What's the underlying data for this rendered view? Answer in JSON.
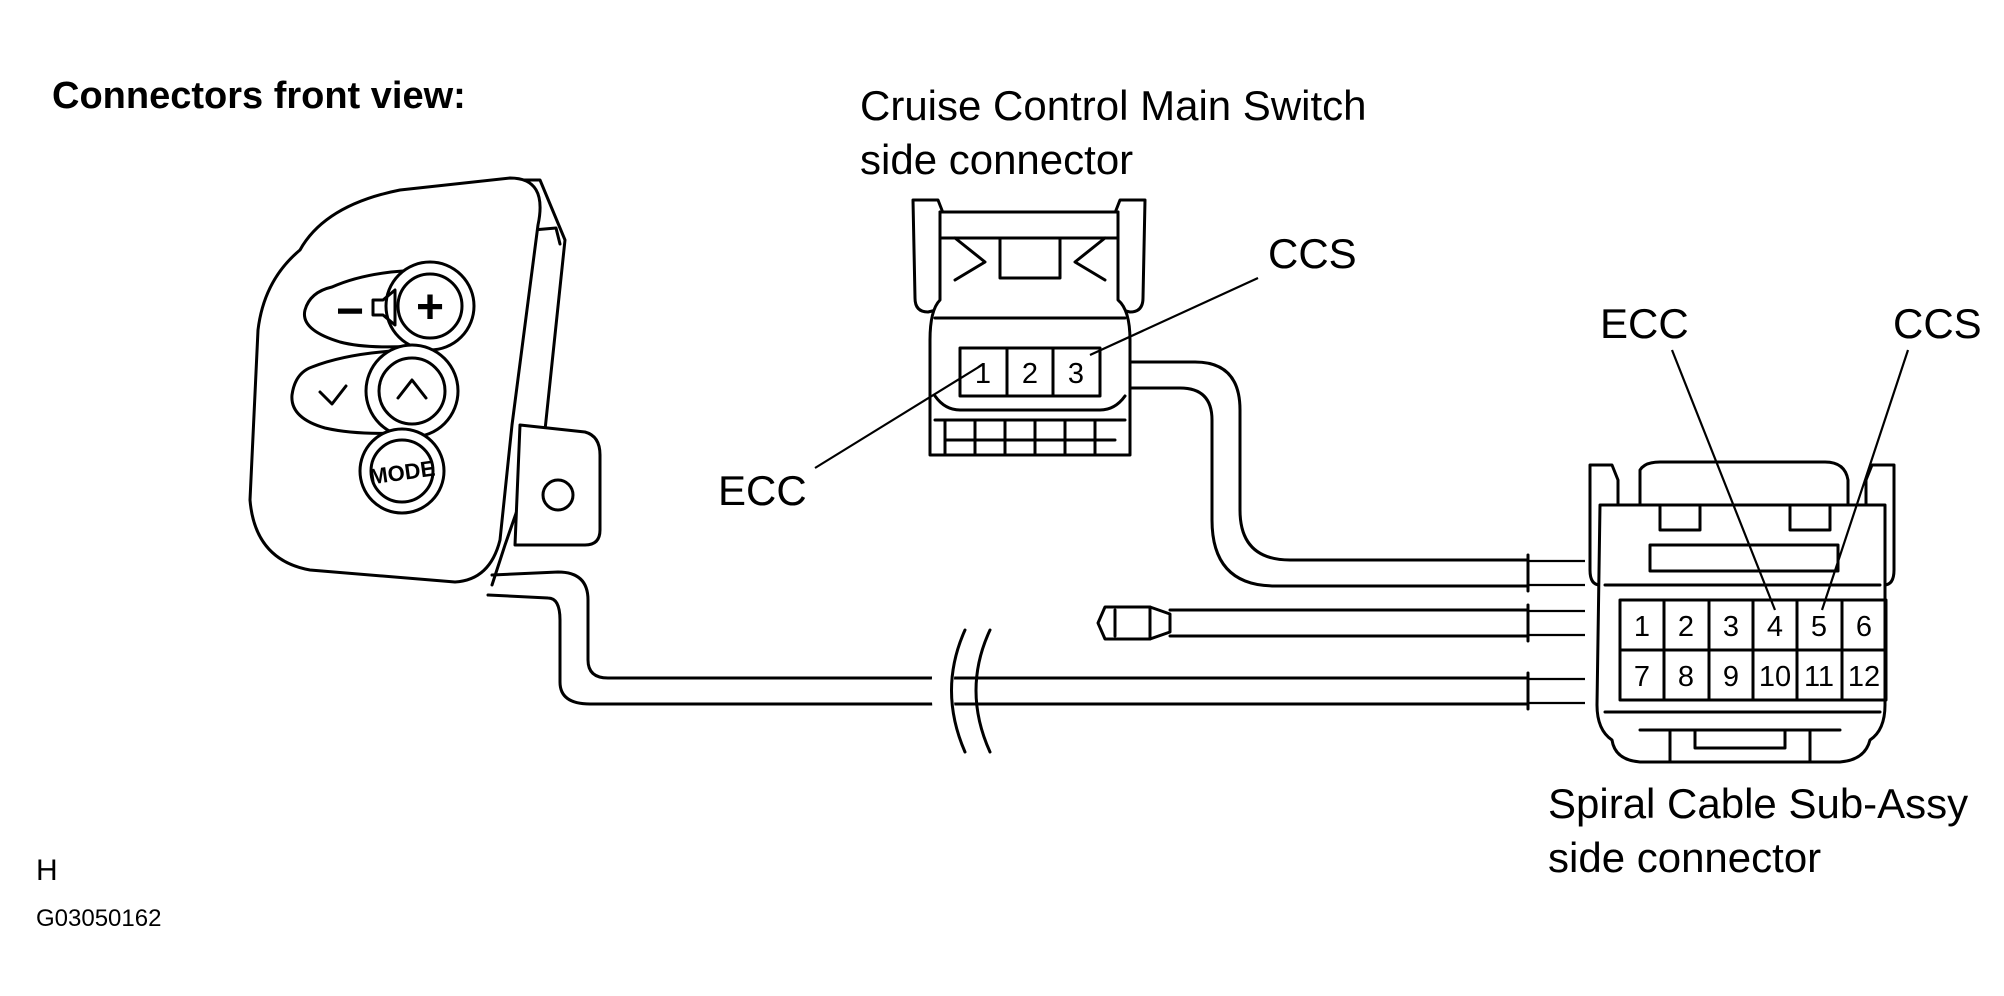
{
  "header": {
    "title": "Connectors front view:"
  },
  "switch_module": {
    "buttons": {
      "minus": "−",
      "plus": "+",
      "down": "⌄",
      "up": "^",
      "mode": "MODE"
    }
  },
  "cruise_connector": {
    "label_line1": "Cruise Control Main Switch",
    "label_line2": "side connector",
    "pins": [
      "1",
      "2",
      "3"
    ],
    "callouts": {
      "ccs": "CCS",
      "ecc": "ECC"
    }
  },
  "spiral_connector": {
    "label_line1": "Spiral Cable Sub-Assy",
    "label_line2": "side connector",
    "pins_top": [
      "1",
      "2",
      "3",
      "4",
      "5",
      "6"
    ],
    "pins_bottom": [
      "7",
      "8",
      "9",
      "10",
      "11",
      "12"
    ],
    "callouts": {
      "ecc": "ECC",
      "ccs": "CCS"
    }
  },
  "footer": {
    "letter": "H",
    "code": "G03050162"
  }
}
